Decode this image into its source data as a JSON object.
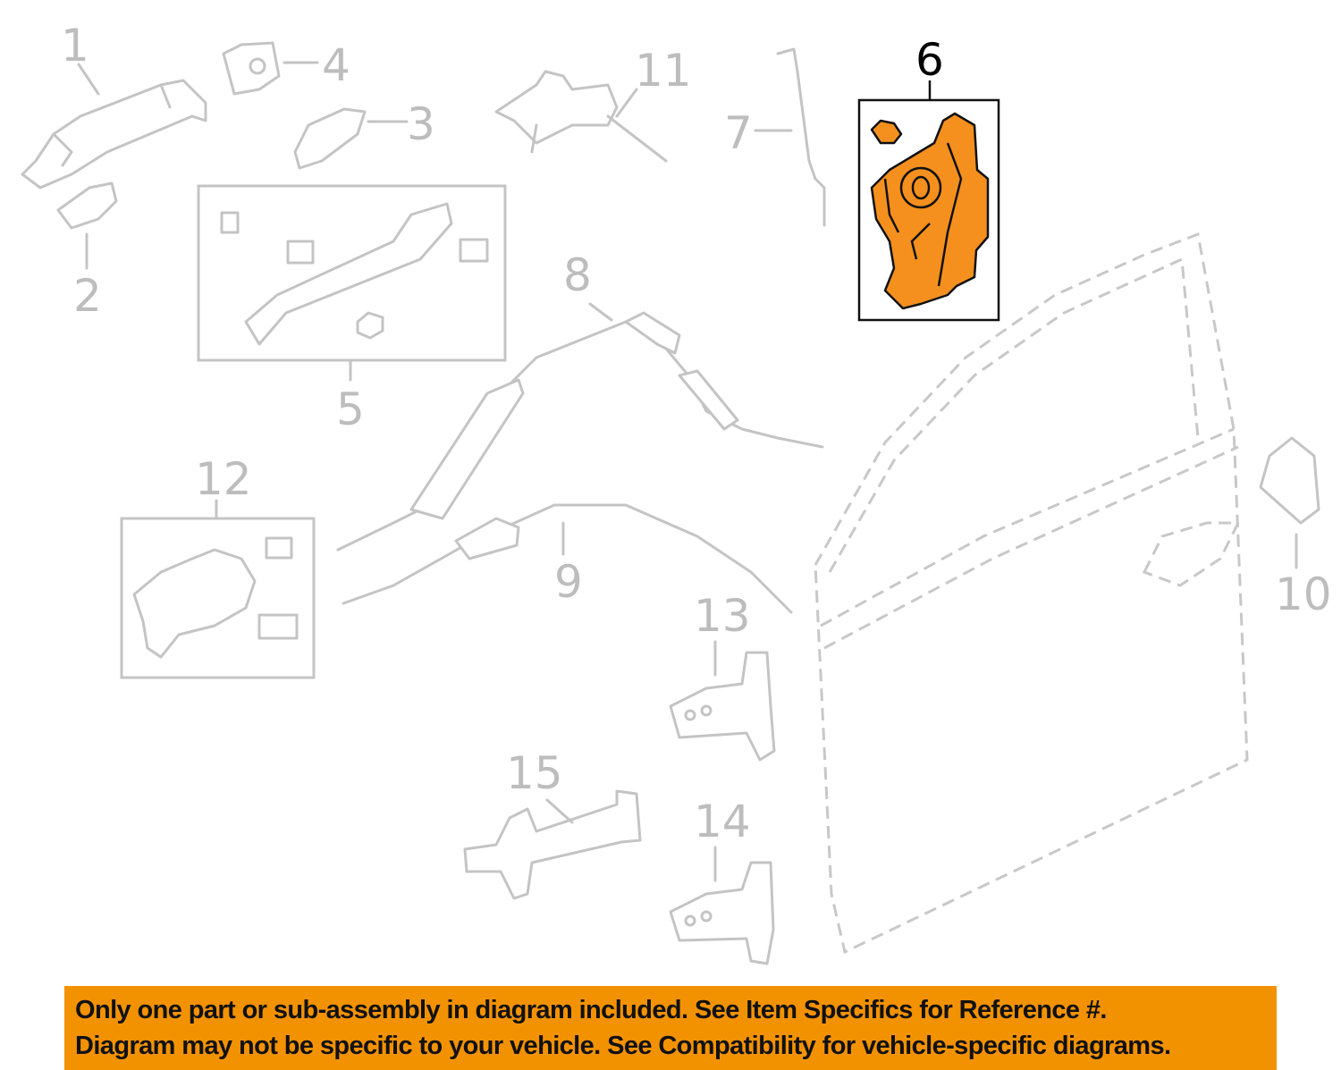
{
  "callouts": {
    "n1": "1",
    "n2": "2",
    "n3": "3",
    "n4": "4",
    "n5": "5",
    "n6": "6",
    "n7": "7",
    "n8": "8",
    "n9": "9",
    "n10": "10",
    "n11": "11",
    "n12": "12",
    "n13": "13",
    "n14": "14",
    "n15": "15"
  },
  "highlighted_part": "6",
  "colors": {
    "highlight": "#f5901e",
    "banner": "#f39200",
    "line_art": "#c4c4c4"
  },
  "banner": {
    "line1": "Only one part or sub-assembly in diagram included. See Item Specifics for Reference #.",
    "line2": "Diagram may not be specific to your vehicle. See Compatibility for vehicle-specific diagrams."
  }
}
